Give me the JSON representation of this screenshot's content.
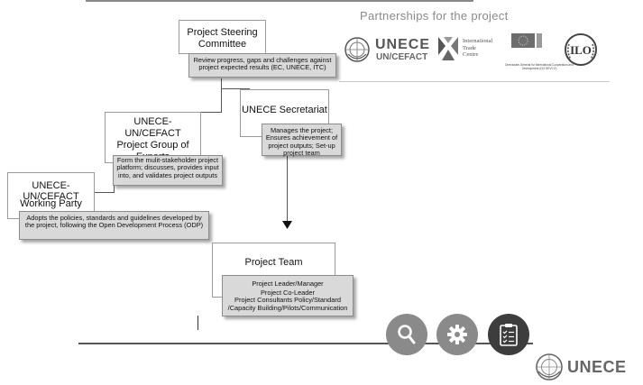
{
  "header": {
    "partnerships_label": "Partnerships for the project"
  },
  "logos": {
    "unece_name": "UNECE",
    "unece_sub": "UN/CEFACT",
    "itc_lines": [
      "International",
      "Trade",
      "Centre"
    ],
    "eu_caption": "Directorate-General for International Cooperation and Development (DG DEVCO)",
    "ilo_text": "ILO"
  },
  "nodes": {
    "steering": {
      "title": "Project Steering Committee",
      "desc": "Review progress, gaps and challenges against project expected results (EC, UNECE, ITC)"
    },
    "secretariat": {
      "title": "UNECE Secretariat",
      "desc": "Manages the project; Ensures achievement of project outputs; Set-up project team"
    },
    "experts": {
      "title": "UNECE- UN/CEFACT Project Group of Experts",
      "desc": "Form the mulit-stakeholder project platform; discusses, provides input into, and validates project outputs"
    },
    "working_party": {
      "title_line1": "UNECE- UN/CEFACT",
      "title_line2": "Working Party",
      "desc": "Adopts the policies, standards and guidelines developed by the project, following the Open Development Process (ODP)"
    },
    "team": {
      "title": "Project Team",
      "lines": [
        "Project Leader/Manager",
        "Project Co-Leader",
        "Project Consultants  Policy/Standard /Capacity Building/Pilots/Communication"
      ]
    }
  },
  "footer": {
    "unece_label": "UNECE"
  },
  "icons": [
    "search-icon",
    "gear-icon",
    "clipboard-icon"
  ],
  "colors": {
    "icon_circle": "#8a8a8a",
    "desc_fill": "#d9d9d9"
  }
}
